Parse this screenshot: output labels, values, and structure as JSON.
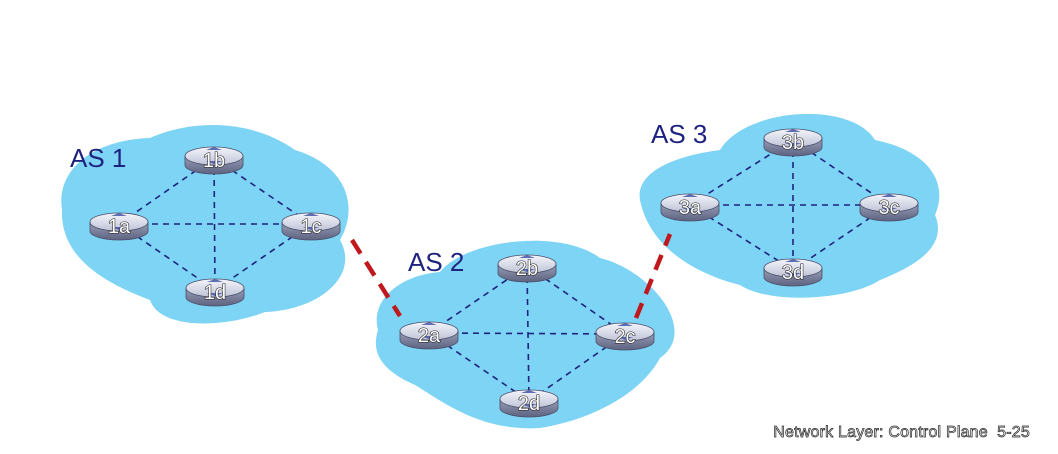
{
  "autonomous_systems": [
    {
      "label": "AS 1",
      "routers": [
        "1a",
        "1b",
        "1c",
        "1d"
      ]
    },
    {
      "label": "AS 2",
      "routers": [
        "2a",
        "2b",
        "2c",
        "2d"
      ]
    },
    {
      "label": "AS 3",
      "routers": [
        "3a",
        "3b",
        "3c",
        "3d"
      ]
    }
  ],
  "routers": {
    "r1a": "1a",
    "r1b": "1b",
    "r1c": "1c",
    "r1d": "1d",
    "r2a": "2a",
    "r2b": "2b",
    "r2c": "2c",
    "r2d": "2d",
    "r3a": "3a",
    "r3b": "3b",
    "r3c": "3c",
    "r3d": "3d"
  },
  "intra_as_links": [
    [
      "1a",
      "1b"
    ],
    [
      "1a",
      "1c"
    ],
    [
      "1a",
      "1d"
    ],
    [
      "1b",
      "1c"
    ],
    [
      "1b",
      "1d"
    ],
    [
      "1c",
      "1d"
    ],
    [
      "2a",
      "2b"
    ],
    [
      "2a",
      "2c"
    ],
    [
      "2a",
      "2d"
    ],
    [
      "2b",
      "2c"
    ],
    [
      "2b",
      "2d"
    ],
    [
      "2c",
      "2d"
    ],
    [
      "3a",
      "3b"
    ],
    [
      "3a",
      "3c"
    ],
    [
      "3a",
      "3d"
    ],
    [
      "3b",
      "3c"
    ],
    [
      "3b",
      "3d"
    ],
    [
      "3c",
      "3d"
    ]
  ],
  "inter_as_links": [
    [
      "1c",
      "2a"
    ],
    [
      "2c",
      "3a"
    ]
  ],
  "colors": {
    "cloud": "#7dd4f5",
    "intra_link": "#1f2380",
    "inter_link": "#c0191d",
    "label": "#1f2380"
  },
  "footer": {
    "text": "Network Layer: Control Plane",
    "page": "5-25"
  }
}
